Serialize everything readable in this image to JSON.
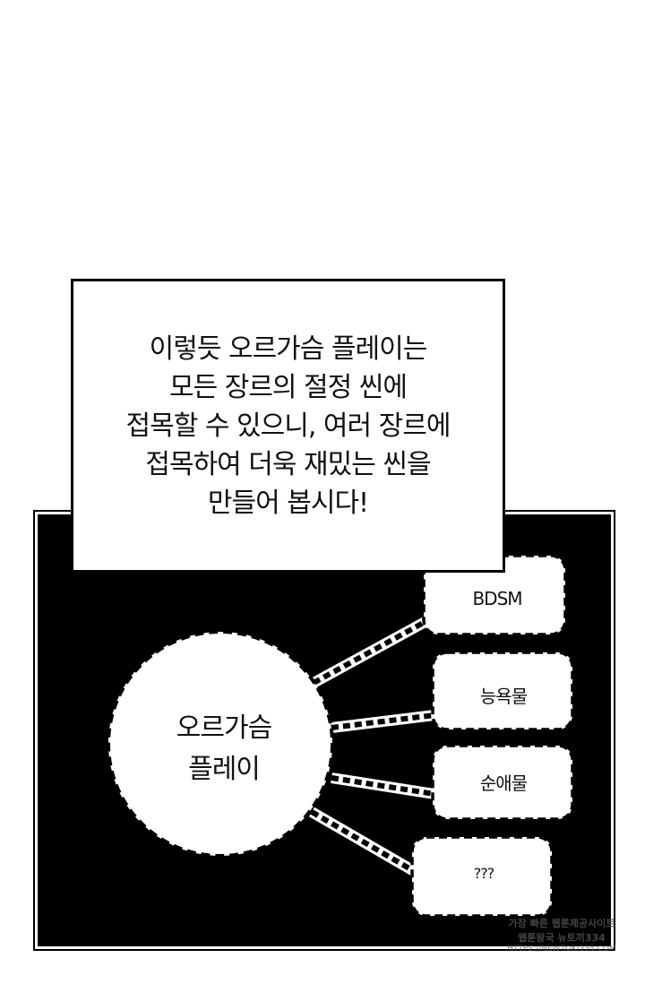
{
  "caption": {
    "lines": [
      "이렇듯 오르가슴 플레이는",
      "모든 장르의 절정 씬에",
      "접목할 수 있으니, 여러 장르에",
      "접목하여 더욱 재밌는 씬을",
      "만들어 봅시다!"
    ]
  },
  "diagram": {
    "center": {
      "lines": [
        "오르가슴",
        "플레이"
      ]
    },
    "leaves": [
      {
        "label": "BDSM"
      },
      {
        "label": "능욕물"
      },
      {
        "label": "순애물"
      },
      {
        "label": "???"
      }
    ]
  },
  "watermark": {
    "line_1": "가장 빠른 웹툰제공사이트",
    "line_2": "웹툰왕국 뉴토끼334",
    "url": "HTTPS://NEWTOKI334.COM"
  },
  "colors": {
    "panel_background": "#000000",
    "bubble_fill": "#ffffff",
    "ink": "#111111"
  }
}
